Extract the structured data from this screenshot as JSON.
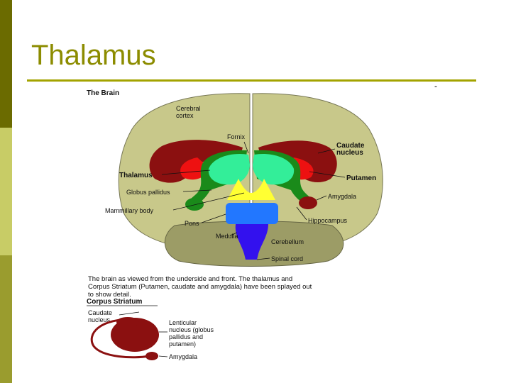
{
  "slide": {
    "title": "Thalamus",
    "corner_mark": "-"
  },
  "figure": {
    "heading": "The Brain",
    "labels": {
      "cerebral_cortex_1": "Cerebral",
      "cerebral_cortex_2": "cortex",
      "fornix": "Fornix",
      "caudate_1": "Caudate",
      "caudate_2": "nucleus",
      "thalamus": "Thalamus",
      "putamen": "Putamen",
      "globus_pallidus": "Globus pallidus",
      "amygdala": "Amygdala",
      "mammillary_body": "Mammillary body",
      "hippocampus": "Hippocampus",
      "pons": "Pons",
      "medulla": "Medulla",
      "cerebellum": "Cerebellum",
      "spinal_cord": "Spinal cord"
    },
    "caption": {
      "line1": "The brain as viewed from the underside and front. The thalamus and",
      "line2": "Corpus Striatum (Putamen, caudate and amygdala) have been splayed out",
      "line3": "to show detail."
    },
    "inset": {
      "heading": "Corpus Striatum",
      "caudate_1": "Caudate",
      "caudate_2": "nucleus",
      "lenticular_1": "Lenticular",
      "lenticular_2": "nucleus (globus",
      "lenticular_3": "pallidus and",
      "lenticular_4": "putamen)",
      "amygdala": "Amygdala"
    }
  },
  "colors": {
    "sidebar_dark": "#6b6b00",
    "sidebar_light": "#c8cc66",
    "title": "#8c8c00",
    "cortex": "#c8c88a",
    "thalamus": "#33ee99",
    "caudate": "#8b1010",
    "putamen": "#ee1111",
    "globus_pallidus": "#1a8a1a",
    "hypothalamus": "#ffff33",
    "pons": "#2277ff",
    "medulla": "#3311ee",
    "cerebellum": "#9c9c66"
  }
}
